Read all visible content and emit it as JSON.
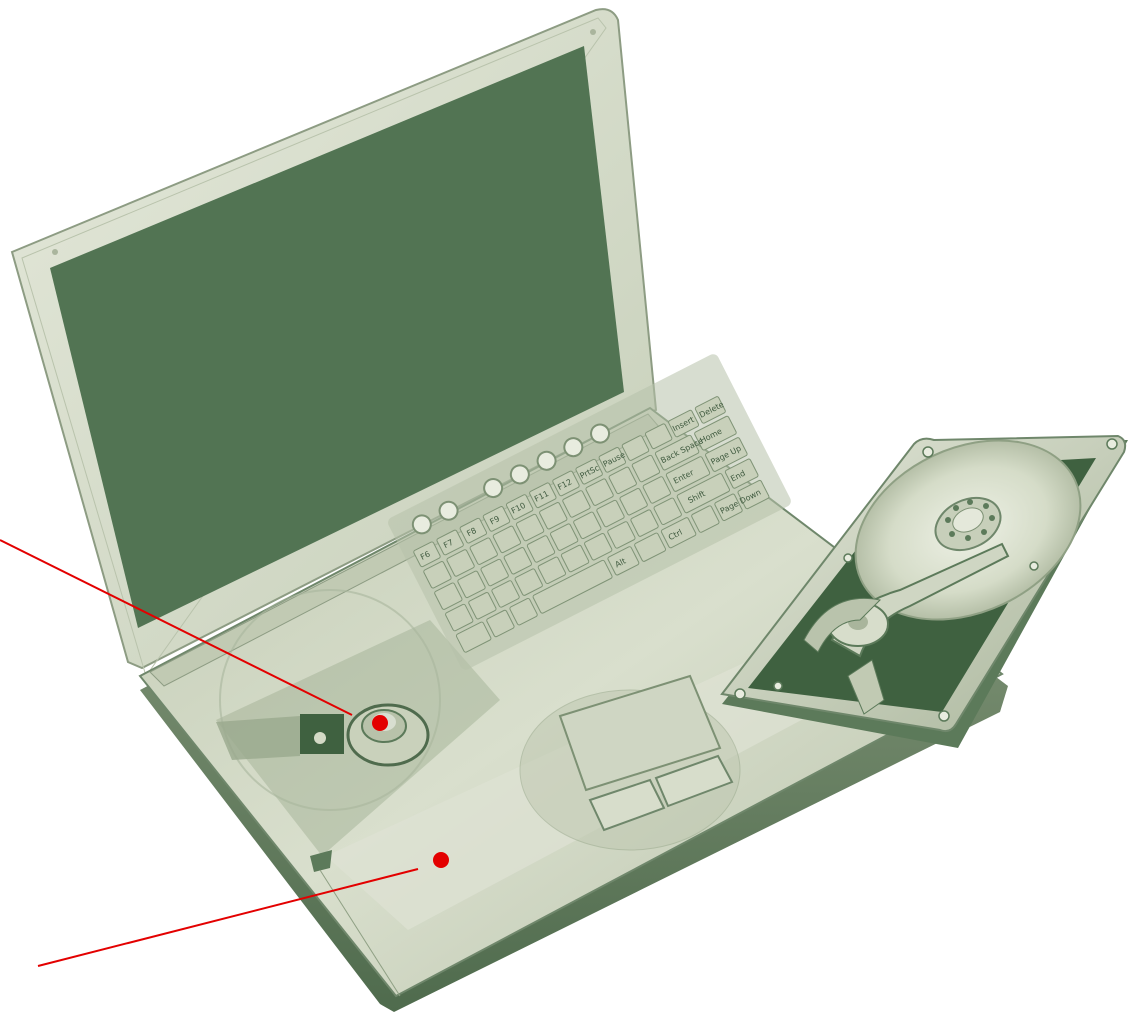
{
  "colors": {
    "background": "#ffffff",
    "screen": "#527453",
    "body_light": "#d6dcc9",
    "body_mid": "#b9c3ac",
    "body_dark": "#5c7a5a",
    "outline": "#5f775d",
    "annotation": "#e30000"
  },
  "keyboard": {
    "keys": [
      "F6",
      "F7",
      "F8",
      "F9",
      "F10",
      "F11",
      "F12",
      "PrtSc",
      "Pause",
      "Insert",
      "Delete",
      "Home",
      "End",
      "Back Space",
      "Enter",
      "Page Up",
      "Page Down",
      "Shift",
      "Ctrl",
      "Alt"
    ]
  },
  "annotations": [
    {
      "id": "hdd-spindle-callout"
    },
    {
      "id": "palmrest-callout"
    }
  ]
}
